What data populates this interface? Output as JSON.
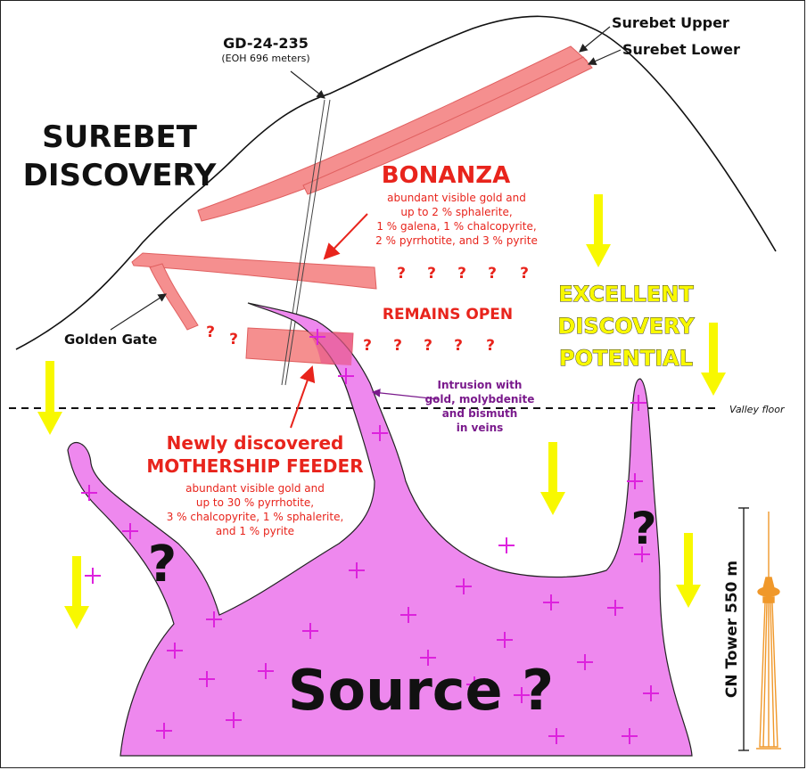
{
  "title": [
    "SUREBET",
    "DISCOVERY"
  ],
  "drillhole": {
    "name": "GD-24-235",
    "note": "(EOH 696 meters)"
  },
  "veins": {
    "upper": "Surebet Upper",
    "lower": "Surebet Lower",
    "golden_gate": "Golden Gate"
  },
  "bonanza": {
    "heading": "BONANZA",
    "lines": [
      "abundant visible gold and",
      "up to 2 % sphalerite,",
      "1 % galena, 1 % chalcopyrite,",
      "2 % pyrrhotite, and 3 % pyrite"
    ]
  },
  "remains_open": "REMAINS OPEN",
  "question": "?",
  "excellent": [
    "EXCELLENT",
    "DISCOVERY",
    "POTENTIAL"
  ],
  "valley_floor": "Valley floor",
  "intrusion": [
    "Intrusion with",
    "gold, molybdenite",
    "and bismuth",
    "in veins"
  ],
  "mothership": {
    "heading": [
      "Newly discovered",
      "MOTHERSHIP FEEDER"
    ],
    "lines": [
      "abundant visible gold and",
      "up to 30 % pyrrhotite,",
      "3 % chalcopyrite, 1 % sphalerite,",
      "and 1 % pyrite"
    ]
  },
  "source": "Source ?",
  "cn_tower": "CN Tower 550 m",
  "colors": {
    "vein": "#f58f8f",
    "intrusion": "#ee88ee",
    "plus": "#dd22dd",
    "arrow": "#f8f800",
    "red_text": "#e8241c",
    "purple_text": "#7a1a8c",
    "tower": "#f0982a"
  }
}
